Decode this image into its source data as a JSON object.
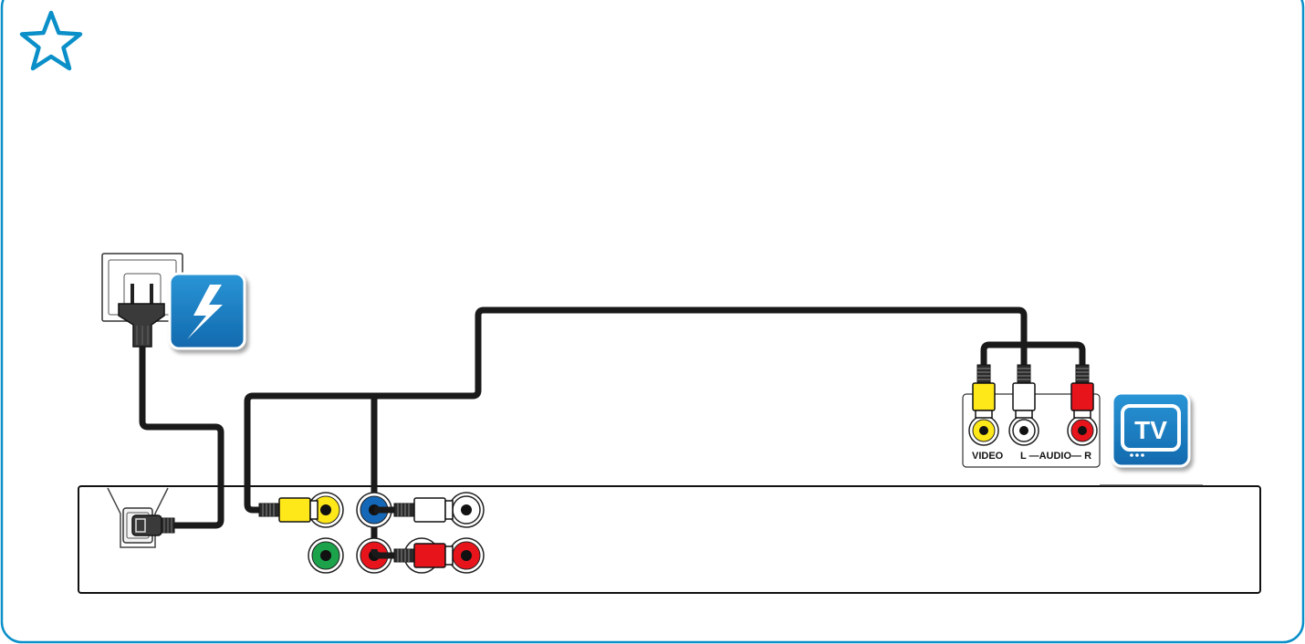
{
  "colors": {
    "frame": "#0a8fc8",
    "badge": "#1479be",
    "cable": "#1a1a1a",
    "video": "#ffe81a",
    "audio_left": "#ffffff",
    "audio_right": "#e8141c",
    "component_y": "#1ba24a",
    "component_pb": "#1568b8",
    "component_pr": "#e8141c"
  },
  "icons": {
    "corner": "star-icon",
    "power": "lightning-bolt-icon",
    "tv": "tv-icon"
  },
  "tv_panel": {
    "video_label": "VIDEO",
    "audio_label": "L —AUDIO— R"
  },
  "tv_badge": {
    "text": "TV"
  }
}
